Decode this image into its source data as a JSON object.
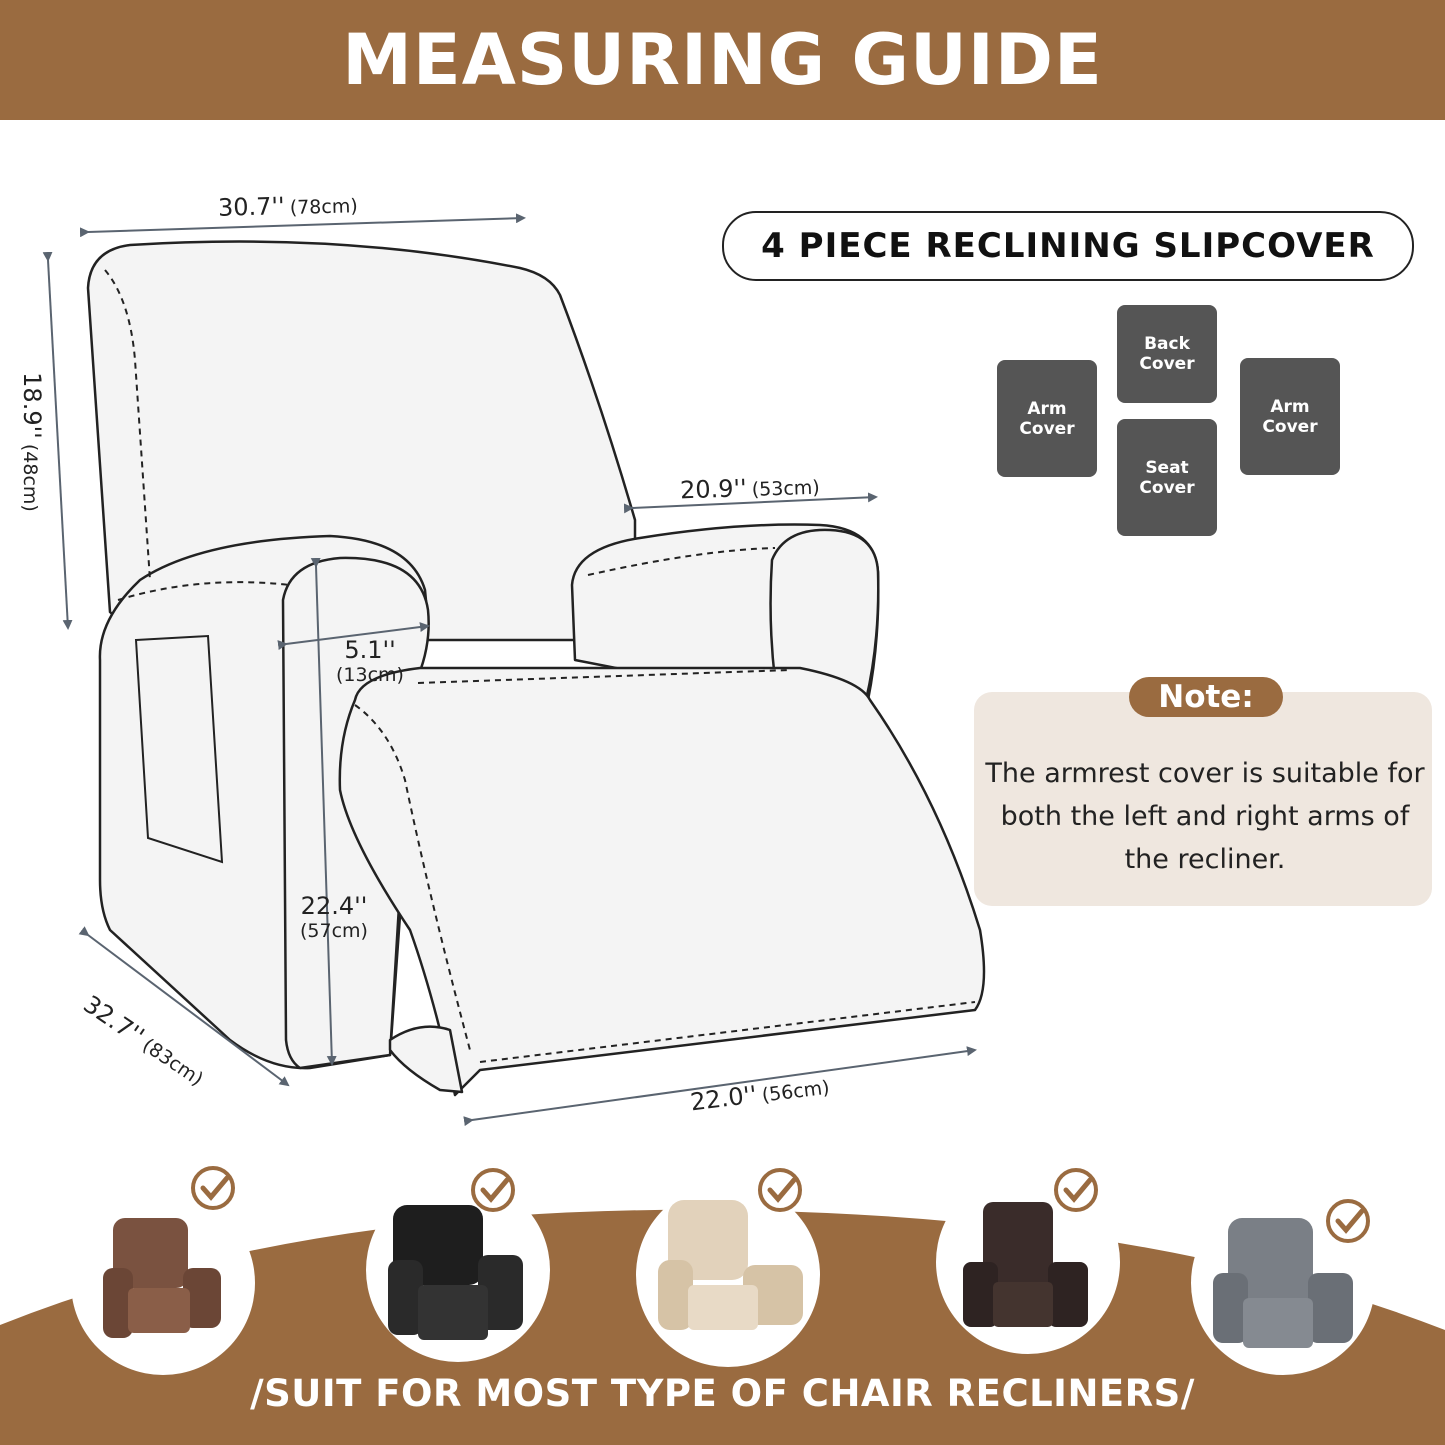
{
  "header": {
    "title": "MEASURING GUIDE"
  },
  "colors": {
    "brand": "#9a6b40",
    "piece": "#555555",
    "note_bg": "#efe7df",
    "line": "#222222",
    "arrow": "#5a6470"
  },
  "dimensions": {
    "top_width": {
      "main": "30.7''",
      "sub": "(78cm)"
    },
    "back_height": {
      "main": "18.9''",
      "sub": "(48cm)"
    },
    "seat_width": {
      "main": "20.9''",
      "sub": "(53cm)"
    },
    "arm_width": {
      "main": "5.1''",
      "sub": "(13cm)"
    },
    "arm_height": {
      "main": "22.4''",
      "sub": "(57cm)"
    },
    "depth": {
      "main": "32.7''",
      "sub": "(83cm)"
    },
    "footrest_width": {
      "main": "22.0''",
      "sub": "(56cm)"
    }
  },
  "slipcover": {
    "title": "4 PIECE RECLINING SLIPCOVER",
    "pieces": {
      "back": "Back\nCover",
      "arm_left": "Arm\nCover",
      "seat": "Seat\nCover",
      "arm_right": "Arm\nCover"
    }
  },
  "note": {
    "label": "Note:",
    "text": "The armrest cover is suitable for both the left and right arms of the recliner."
  },
  "recliners": [
    {
      "icon": "brown-recliner-icon",
      "color": "#7a5240"
    },
    {
      "icon": "black-recliner-icon",
      "color": "#1e1e1e"
    },
    {
      "icon": "beige-recliner-icon",
      "color": "#e2d2bb"
    },
    {
      "icon": "dark-brown-recliner-icon",
      "color": "#3a2c2a"
    },
    {
      "icon": "grey-recliner-icon",
      "color": "#7a7f86"
    }
  ],
  "footer": {
    "tagline": "/SUIT FOR MOST TYPE OF CHAIR RECLINERS/"
  }
}
